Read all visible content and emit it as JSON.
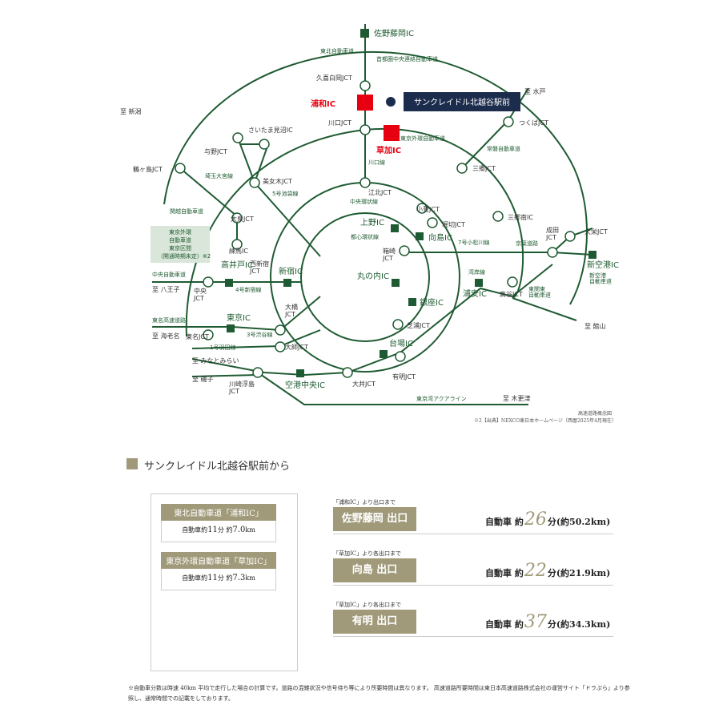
{
  "map": {
    "colors": {
      "road": "#1f5b32",
      "ic_red": "#e60012",
      "navy": "#1c2c4c",
      "region_fill": "#d9e6d9"
    },
    "property": "サンクレイドル北越谷駅前",
    "region_note": [
      "東京外環",
      "自動車道",
      "東京区間",
      "（開通時期未定）※2"
    ],
    "ics": {
      "sano": "佐野藤岡IC",
      "urawa": "浦和IC",
      "soka": "草加IC",
      "ueno": "上野IC",
      "mukojima": "向島IC",
      "shinjuku": "新宿IC",
      "takaido": "高井戸IC",
      "marunouchi": "丸の内IC",
      "ginza": "銀座IC",
      "tokyo": "東京IC",
      "daiba": "台場IC",
      "kuko": "空港中央IC",
      "urayasu": "浦安IC",
      "shinkuko": "新空港IC"
    },
    "jcts": {
      "kuki": "久喜白岡JCT",
      "kawaguchi": "川口JCT",
      "tsukuba": "つくばJCT",
      "misato": "三郷JCT",
      "misatominami": "三郷南IC",
      "yono": "与野JCT",
      "tsurugashima": "鶴ヶ島JCT",
      "bijogi": "美女木JCT",
      "kohoku": "江北JCT",
      "kosuge": "小菅JCT",
      "horikiri": "堀切JCT",
      "hakozaki": "箱崎\nJCT",
      "oizumi": "大泉JCT",
      "nerima": "練馬IC",
      "nishishinjuku": "西新宿\nJCT",
      "chuo": "中央\nJCT",
      "ohashi": "大橋\nJCT",
      "shibaura": "芝浦JCT",
      "tomei": "東名JCT",
      "oi": "大井JCT",
      "daishi": "大師JCT",
      "ariake": "有明JCT",
      "kawasaki": "川崎浮島\nJCT",
      "koya": "高谷JCT",
      "narita": "成田\nJCT",
      "daiei": "大栄JCT",
      "saitama": "さいたま見沼IC"
    },
    "roads": {
      "tohoku": "東北自動車道",
      "kenodo": "首都圏中央連絡自動車道",
      "gaikan": "東京外環自動車道",
      "joban": "常磐自動車道",
      "kawaguchisen": "川口線",
      "saitamaomiya": "埼玉大宮線",
      "ikebukuro": "5号池袋線",
      "chuokanjo": "中央環状線",
      "toshinkanjo": "都心環状線",
      "komatsugawa": "7号小松川線",
      "keiyo": "京葉道路",
      "kanetsu": "関越自動車道",
      "chuo": "中央自動車道",
      "shinjukusen": "4号新宿線",
      "wangan": "湾岸線",
      "higashikanto": "東関東\n自動車道",
      "tomei": "東名高速道路",
      "shibuya": "3号渋谷線",
      "haneda": "1号羽田線",
      "aqualine": "東京湾アクアライン",
      "shinkukodo": "新空港\n自動車道"
    },
    "directions": {
      "mito": "至 水戸",
      "niigata": "至 新潟",
      "hachioji": "至 八王子",
      "ebina": "至 海老名",
      "minatomirai": "至 みなとみらい",
      "isogo": "至 磯子",
      "kisarazu": "至 木更津",
      "tateyama": "至 館山"
    },
    "notes": [
      "高速道路概念図",
      "※2【出典】NEXCO東日本ホームページ（西暦2025年4月現在）"
    ]
  },
  "section": {
    "title": "サンクレイドル北越谷駅前から",
    "cards": [
      {
        "head": "東北自動車道「浦和IC」",
        "pre": "自動車約",
        "min": "11",
        "mid": "分 約",
        "km": "7.0",
        "unit": "km"
      },
      {
        "head": "東京外環自動車道「草加IC」",
        "pre": "自動車約",
        "min": "11",
        "mid": "分 約",
        "km": "7.3",
        "unit": "km"
      }
    ],
    "routes": [
      {
        "from": "「浦和IC」より出口まで",
        "dest": "佐野藤岡 出口",
        "pre": "自動車 約",
        "min": "26",
        "post": "分(約50.2km)"
      },
      {
        "from": "「草加IC」より各出口まで",
        "dest": "向島 出口",
        "pre": "自動車 約",
        "min": "22",
        "post": "分(約21.9km)"
      },
      {
        "from": "「草加IC」より各出口まで",
        "dest": "有明 出口",
        "pre": "自動車 約",
        "min": "37",
        "post": "分(約34.3km)"
      }
    ],
    "footnote": "※自動車分数は時速 40km 平均で走行した場合の計算です。道路の混雑状況や信号待ち等により所要時間は異なります。 高速道路所要時間は東日本高速道路株式会社の運営サイト「ドラぷら」より参照し、通常時間での記載をしております。"
  }
}
